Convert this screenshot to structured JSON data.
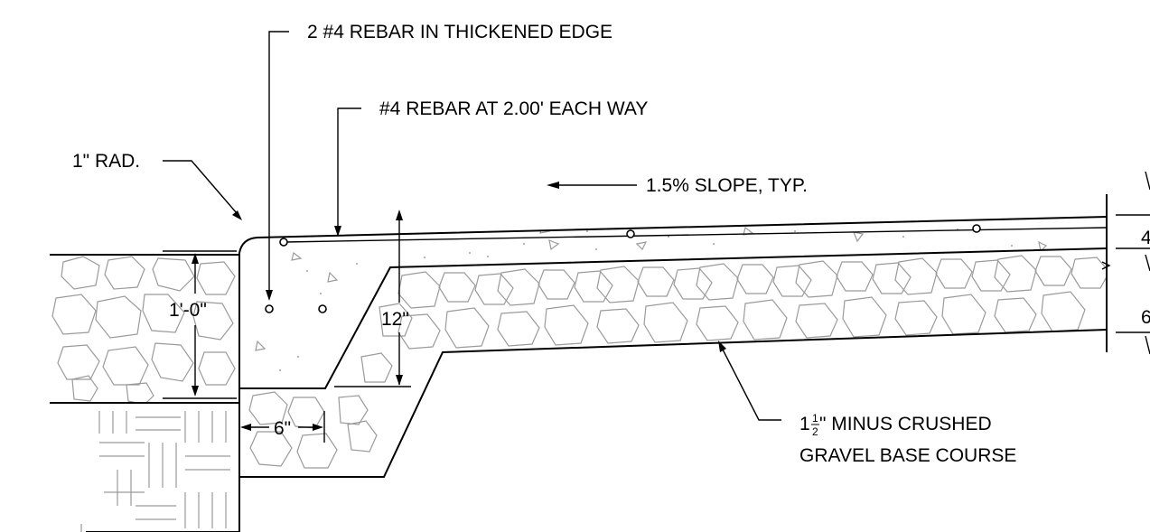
{
  "callouts": {
    "rebar_edge": "2 #4 REBAR IN THICKENED EDGE",
    "rebar_grid": "#4 REBAR AT 2.00' EACH WAY",
    "radius": "1\" RAD.",
    "slope": "1.5% SLOPE, TYP.",
    "base_course_line1_prefix": "1",
    "base_course_frac_num": "1",
    "base_course_frac_den": "2",
    "base_course_line1_suffix": "\" MINUS CRUSHED",
    "base_course_line2": "GRAVEL BASE COURSE"
  },
  "dimensions": {
    "edge_depth": "1'-0\"",
    "slab_edge": "12\"",
    "curb_width": "6\""
  },
  "right_edge_fragments": [
    "4",
    "6"
  ]
}
